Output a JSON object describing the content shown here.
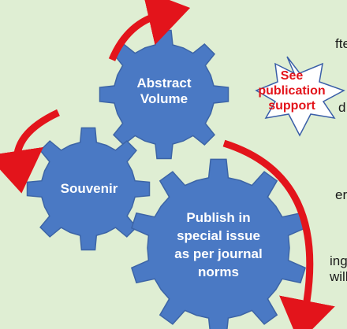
{
  "side_text": [
    "fter",
    "d",
    "er",
    "ing",
    "will"
  ],
  "gears": {
    "abstract": {
      "line1": "Abstract",
      "line2": "Volume"
    },
    "souvenir": {
      "line1": "Souvenir"
    },
    "publish": {
      "line1": "Publish in",
      "line2": "special issue",
      "line3": "as per journal",
      "line4": "norms"
    }
  },
  "badge": {
    "line1": "See",
    "line2": "publication",
    "line3": "support"
  },
  "colors": {
    "background": "#dfeed3",
    "gear": "#4a79c4",
    "gear_edge": "#3c64a6",
    "arrow": "#e3141b",
    "badge_text": "#e3141b",
    "badge_fill": "#ffffff",
    "badge_stroke": "#3a5fa8"
  }
}
